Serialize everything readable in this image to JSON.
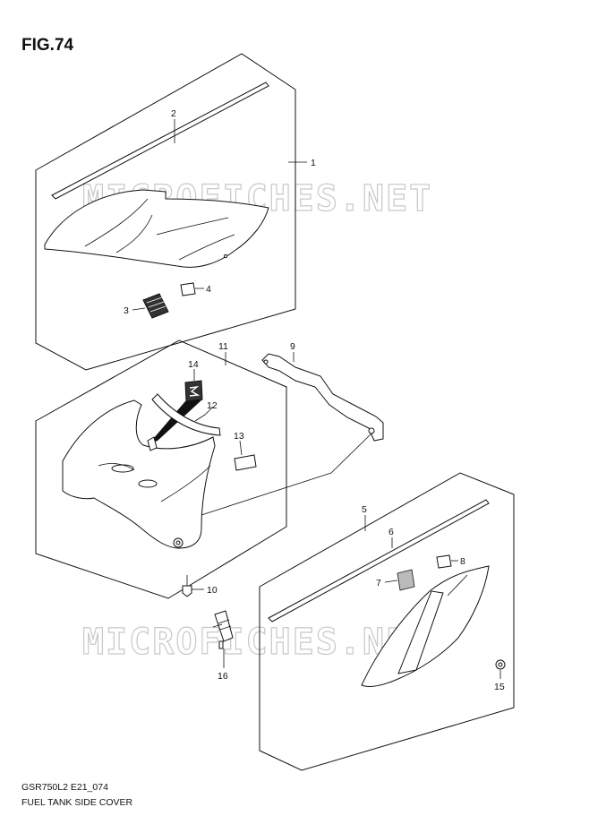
{
  "figure_title": "FIG.74",
  "footer_code": "GSR750L2 E21_074",
  "footer_description": "FUEL TANK SIDE COVER",
  "watermark": "MICROFICHES.NET",
  "callouts": {
    "c1": "1",
    "c2": "2",
    "c3": "3",
    "c4": "4",
    "c5": "5",
    "c6": "6",
    "c7": "7",
    "c8": "8",
    "c9": "9",
    "c10": "10",
    "c11": "11",
    "c12": "12",
    "c13": "13",
    "c14": "14",
    "c15": "15",
    "c16": "16"
  }
}
